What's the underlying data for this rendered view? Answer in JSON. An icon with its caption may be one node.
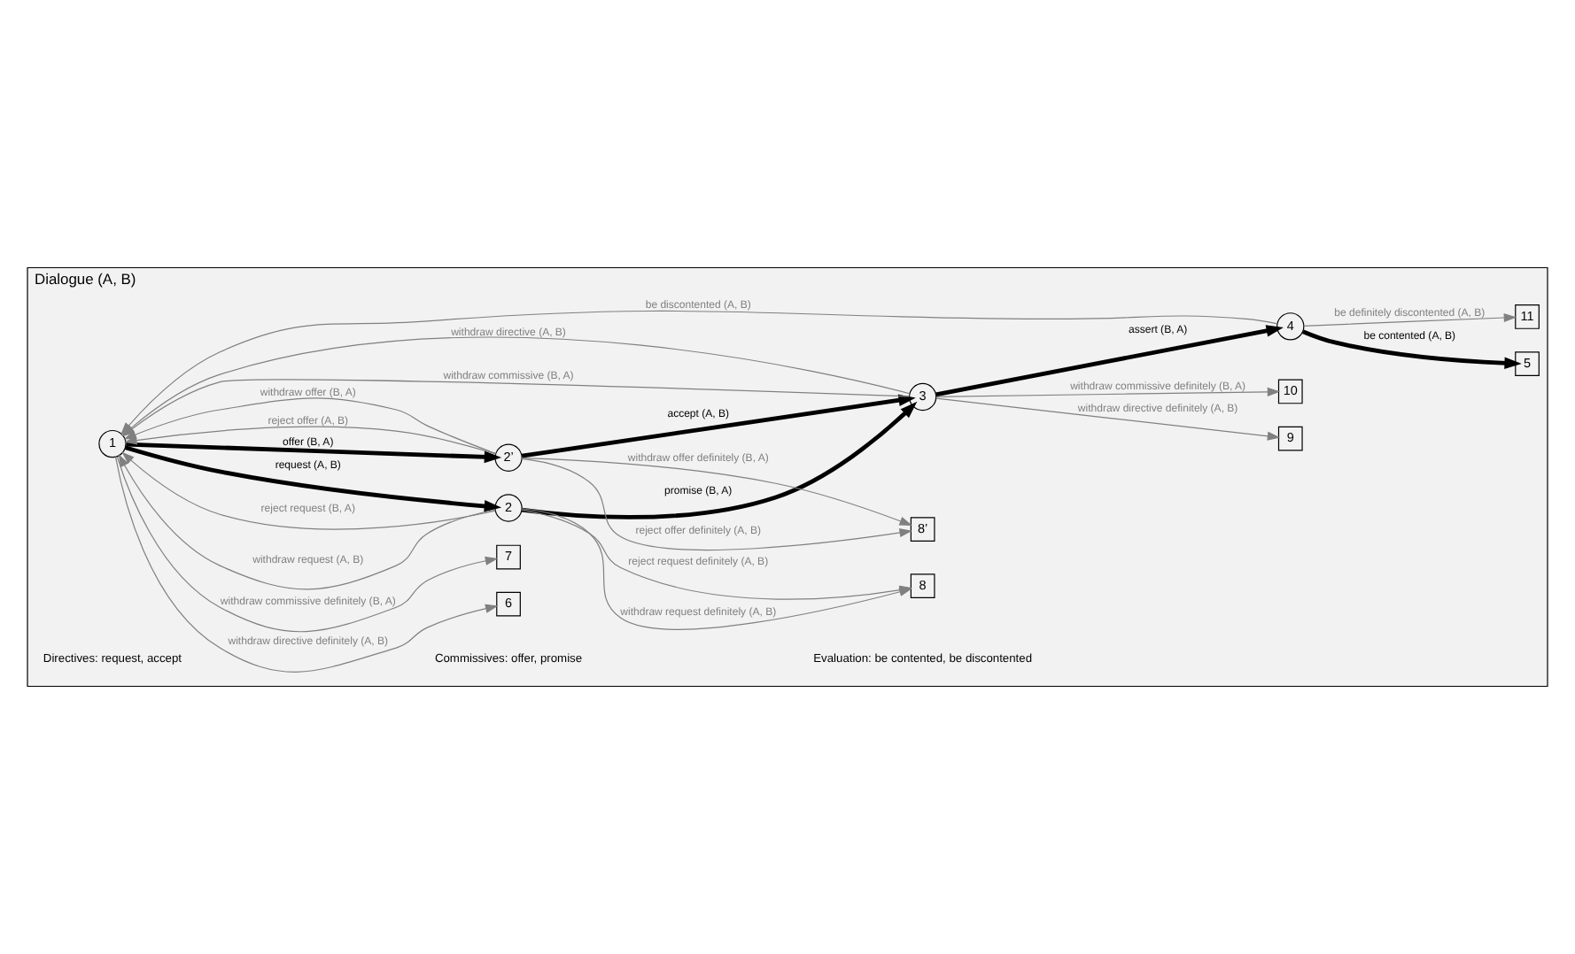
{
  "diagram": {
    "nodes": [
      {
        "text": [
          "Dialogue (A, B)"
        ]
      },
      {
        "text": [
          "1"
        ],
        "in": 0
      },
      {
        "text": [
          "2"
        ],
        "in": 0
      },
      {
        "text": [
          "2’"
        ],
        "in": 0
      },
      {
        "text": [
          "3"
        ],
        "in": 0
      },
      {
        "text": [
          "4"
        ],
        "in": 0
      },
      {
        "text": [
          "5"
        ],
        "in": 0
      },
      {
        "text": [
          "6"
        ],
        "in": 0
      },
      {
        "text": [
          "7"
        ],
        "in": 0
      },
      {
        "text": [
          "8"
        ],
        "in": 0
      },
      {
        "text": [
          "8’"
        ],
        "in": 0
      },
      {
        "text": [
          "9"
        ],
        "in": 0
      },
      {
        "text": [
          "10"
        ],
        "in": 0
      },
      {
        "text": [
          "11"
        ],
        "in": 0
      }
    ],
    "edges": [
      {
        "from": 1,
        "to": 2,
        "arrow": "to",
        "label": "request (A, B)",
        "style": "thick",
        "color": "#000000"
      },
      {
        "from": 2,
        "to": 4,
        "arrow": "to",
        "label": "promise (B, A)",
        "style": "thick",
        "color": "#000000"
      },
      {
        "from": 1,
        "to": 3,
        "arrow": "to",
        "label": "offer (B, A)",
        "style": "thick",
        "color": "#000000"
      },
      {
        "from": 3,
        "to": 4,
        "arrow": "to",
        "label": "accept (A, B)",
        "style": "thick",
        "color": "#000000"
      },
      {
        "from": 4,
        "to": 5,
        "arrow": "to",
        "label": "assert (B, A)",
        "style": "thick",
        "color": "#000000"
      },
      {
        "from": 5,
        "to": 6,
        "arrow": "to",
        "label": "be contented (A, B)",
        "style": "thick",
        "color": "#000000"
      },
      {
        "from": 2,
        "to": 9,
        "arrow": "to",
        "label": "withdraw request definitely (A, B)"
      },
      {
        "from": 2,
        "to": 9,
        "arrow": "to",
        "label": "reject request definitely (A, B)"
      },
      {
        "from": 2,
        "to": 1,
        "arrow": "to",
        "label": "withdraw request (A, B)"
      },
      {
        "from": 2,
        "to": 1,
        "arrow": "to",
        "label": "reject request (B, A)"
      },
      {
        "from": 4,
        "to": 1,
        "arrow": "to",
        "label": "withdraw commissive (B, A)"
      },
      {
        "from": 4,
        "to": 1,
        "arrow": "to",
        "label": "withdraw directive (A, B)"
      },
      {
        "from": 3,
        "to": 1,
        "arrow": "to",
        "label": "reject offer (A, B)"
      },
      {
        "from": 3,
        "to": 1,
        "arrow": "to",
        "label": "withdraw offer (B, A)"
      },
      {
        "from": 1,
        "to": 7,
        "arrow": "to",
        "label": "withdraw directive definitely (A, B)"
      },
      {
        "from": 1,
        "to": 8,
        "arrow": "to",
        "label": "withdraw commissive definitely (B, A)"
      },
      {
        "from": 3,
        "to": 10,
        "arrow": "to",
        "label": "withdraw offer definitely (B, A)"
      },
      {
        "from": 3,
        "to": 10,
        "arrow": "to",
        "label": "reject offer definitely (A, B)"
      },
      {
        "from": 4,
        "to": 11,
        "arrow": "to",
        "label": "withdraw directive definitely (A, B)"
      },
      {
        "from": 4,
        "to": 12,
        "arrow": "to",
        "label": "withdraw commissive definitely (B, A)"
      },
      {
        "from": 5,
        "to": 1,
        "arrow": "to",
        "label": "be discontented (A, B)"
      },
      {
        "from": 5,
        "to": 13,
        "arrow": "to",
        "label": "be definitely discontented (A, B)"
      }
    ],
    "labels": [
      "Directives: request, accept",
      "Commissives: offer, promise",
      "Evaluation: be contented, be discontented"
    ]
  }
}
